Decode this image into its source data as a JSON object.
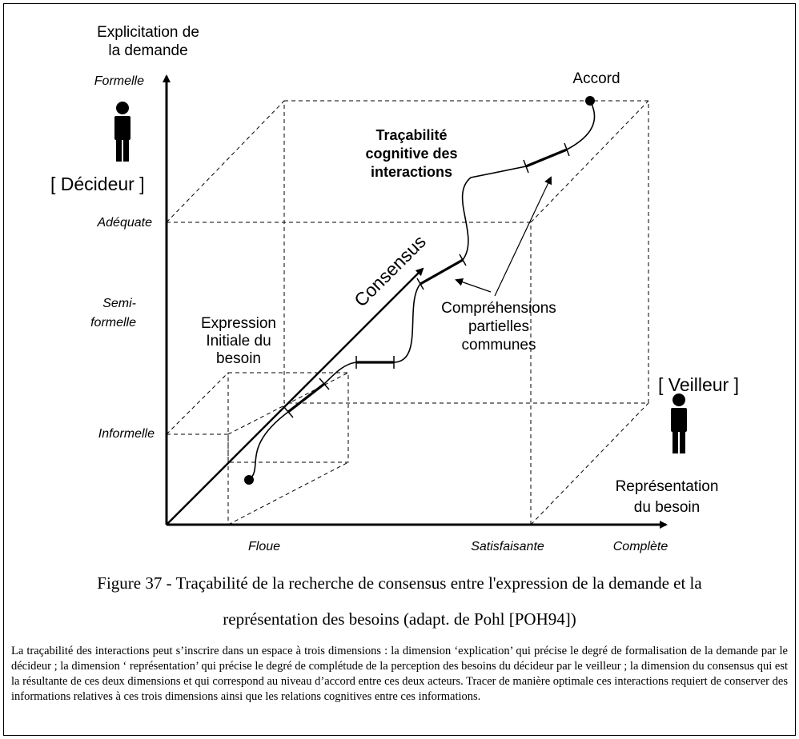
{
  "axes": {
    "vertical_title_1": "Explicitation de",
    "vertical_title_2": "la demande",
    "horizontal_title_1": "Représentation",
    "horizontal_title_2": "du besoin",
    "diagonal_label": "Consensus"
  },
  "vertical_levels": [
    "Formelle",
    "Adéquate",
    "Semi-",
    "formelle",
    "Informelle"
  ],
  "horizontal_levels": [
    "Floue",
    "Satisfaisante",
    "Complète"
  ],
  "actors": {
    "decider": "[ Décideur ]",
    "watcher": "[ Veilleur ]"
  },
  "annotations": {
    "accord": "Accord",
    "tracability_1": "Traçabilité",
    "tracability_2": "cognitive des",
    "tracability_3": "interactions",
    "expression_1": "Expression",
    "expression_2": "Initiale du",
    "expression_3": "besoin",
    "comprehension_1": "Compréhensions",
    "comprehension_2": "partielles",
    "comprehension_3": "communes"
  },
  "caption": {
    "line1": "Figure 37 - Traçabilité de la recherche de consensus entre l'expression de la demande et la",
    "line2": "représentation des besoins (adapt. de Pohl [POH94])"
  },
  "description": "La traçabilité des interactions peut s’inscrire dans un espace à trois dimensions : la dimension ‘explication’ qui précise le degré de formalisation de la demande par le décideur ; la dimension ‘ représentation’ qui précise le degré de complétude de la perception des besoins du décideur par le veilleur ; la dimension du consensus qui est la résultante de ces deux dimensions et qui correspond au niveau d’accord entre ces deux acteurs. Tracer de manière optimale ces interactions requiert de conserver des informations relatives à ces trois dimensions ainsi que les relations cognitives entre ces informations."
}
